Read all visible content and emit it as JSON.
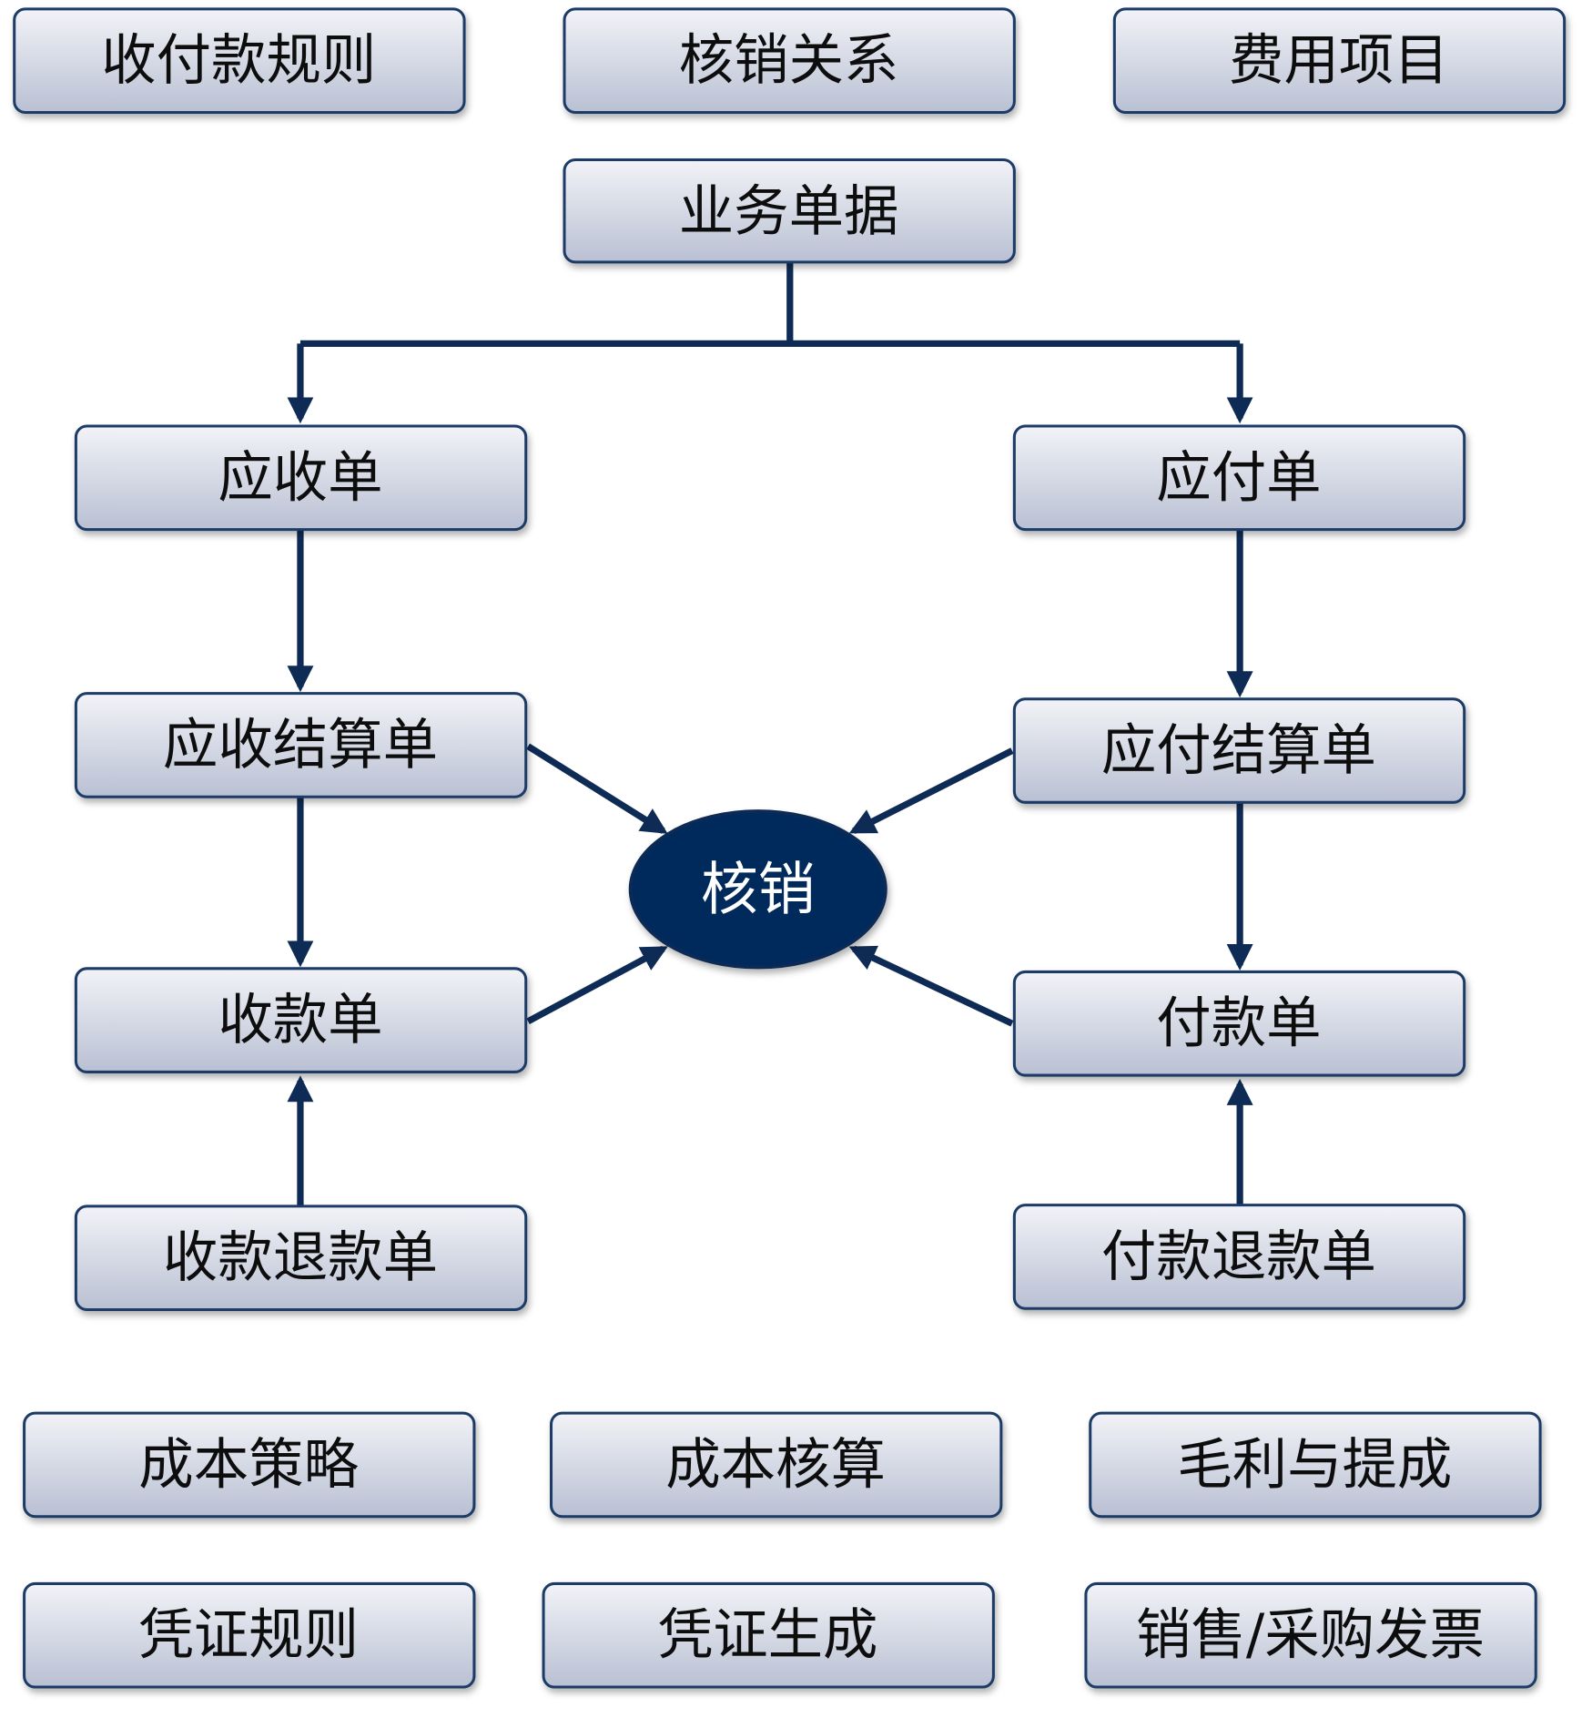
{
  "top": [
    "收付款规则",
    "核销关系",
    "费用项目"
  ],
  "source": "业务单据",
  "receivable": {
    "doc": "应收单",
    "settlement": "应收结算单",
    "receipt": "收款单",
    "refund": "收款退款单"
  },
  "payable": {
    "doc": "应付单",
    "settlement": "应付结算单",
    "payment": "付款单",
    "refund": "付款退款单"
  },
  "center": "核销",
  "bottom_row1": [
    "成本策略",
    "成本核算",
    "毛利与提成"
  ],
  "bottom_row2": [
    "凭证规则",
    "凭证生成",
    "销售/采购发票"
  ],
  "colors": {
    "line": "#0e2b55",
    "center_fill": "#002a5c",
    "box_border": "#1b3a66"
  }
}
